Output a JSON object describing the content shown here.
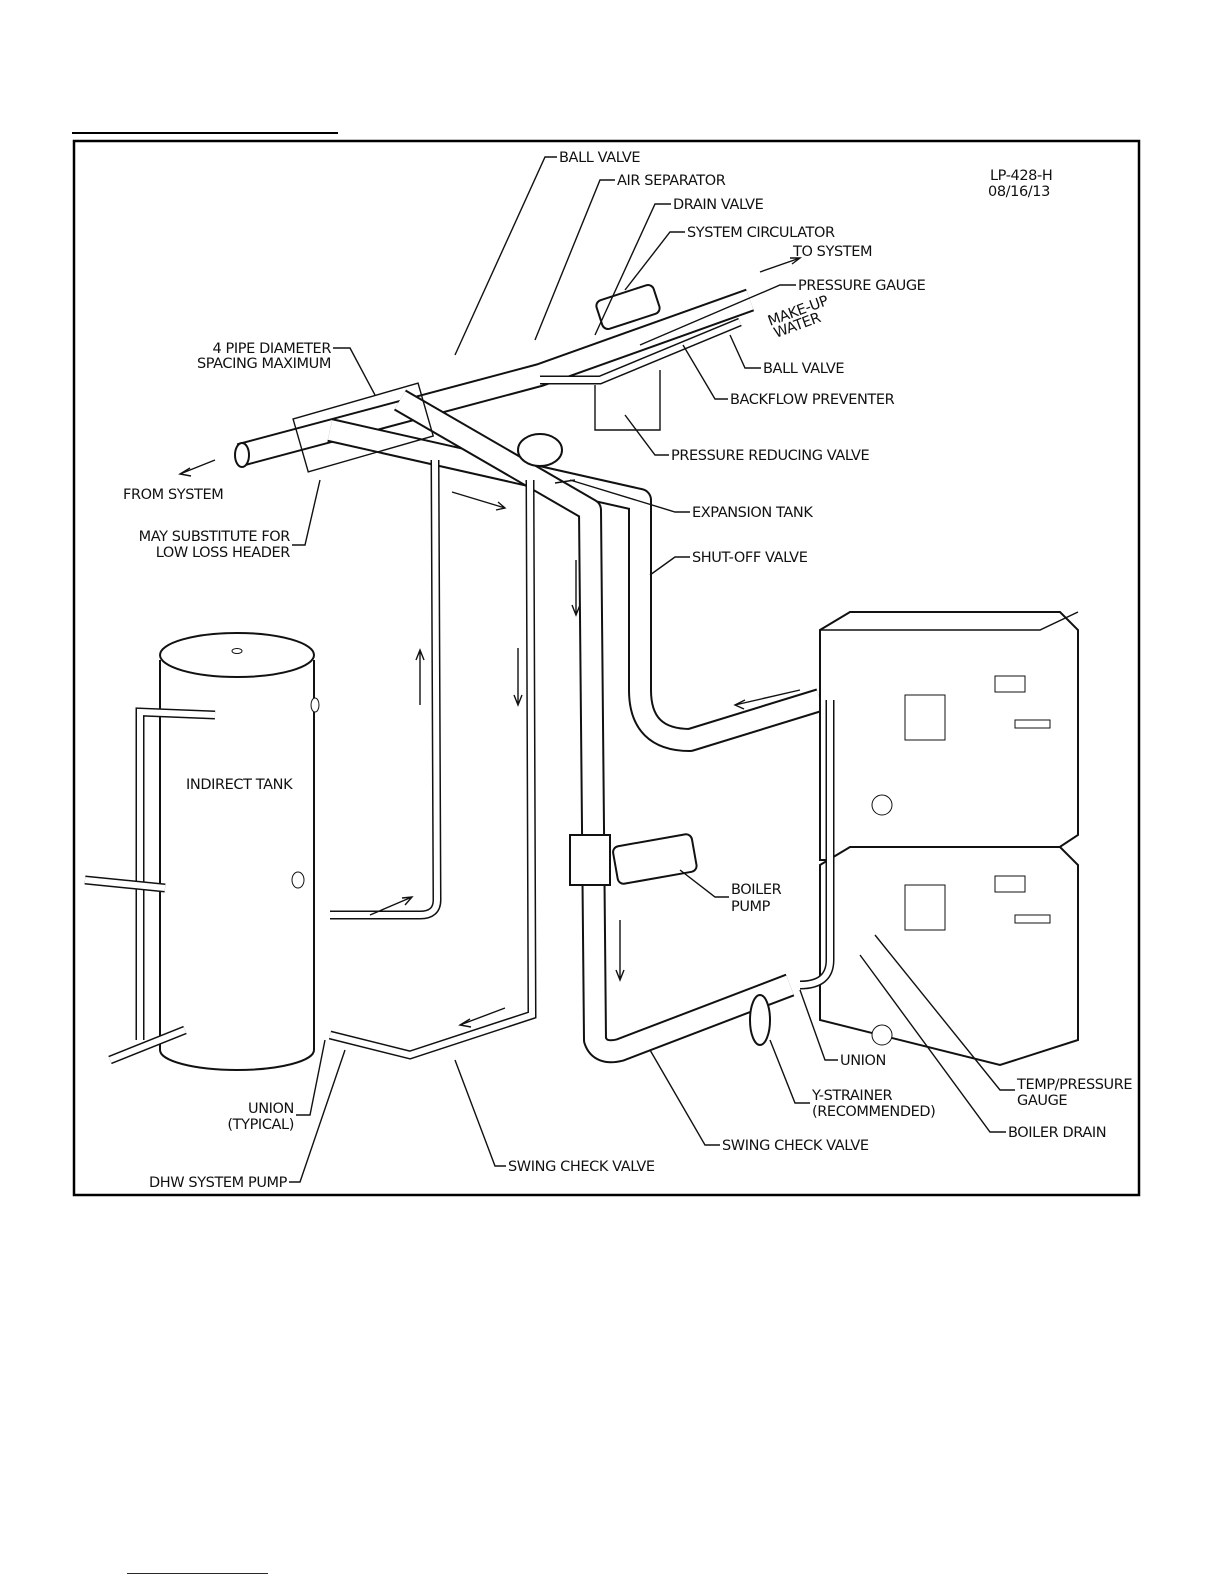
{
  "drawing": {
    "id": "LP-428-H",
    "date": "08/16/13",
    "labels": {
      "ball_valve_top": "BALL VALVE",
      "air_separator": "AIR SEPARATOR",
      "drain_valve": "DRAIN VALVE",
      "system_circulator": "SYSTEM CIRCULATOR",
      "to_system": "TO SYSTEM",
      "pressure_gauge": "PRESSURE GAUGE",
      "make_up_1": "MAKE-UP",
      "make_up_2": "WATER",
      "ball_valve_makeup": "BALL VALVE",
      "backflow_preventer": "BACKFLOW PREVENTER",
      "pressure_reducing_valve": "PRESSURE REDUCING VALVE",
      "pipe_spacing_1": "4 PIPE DIAMETER",
      "pipe_spacing_2": "SPACING MAXIMUM",
      "from_system": "FROM SYSTEM",
      "substitute_1": "MAY SUBSTITUTE FOR",
      "substitute_2": "LOW LOSS HEADER",
      "expansion_tank": "EXPANSION TANK",
      "shut_off_valve": "SHUT-OFF VALVE",
      "indirect_tank": "INDIRECT TANK",
      "boiler_pump_1": "BOILER",
      "boiler_pump_2": "PUMP",
      "union_boiler": "UNION",
      "y_strainer_1": "Y-STRAINER",
      "y_strainer_2": "(RECOMMENDED)",
      "temp_pressure_1": "TEMP/PRESSURE",
      "temp_pressure_2": "GAUGE",
      "boiler_drain": "BOILER DRAIN",
      "swing_check_boiler": "SWING CHECK VALVE",
      "swing_check_dhw": "SWING CHECK VALVE",
      "union_typical_1": "UNION",
      "union_typical_2": "(TYPICAL)",
      "dhw_system_pump": "DHW SYSTEM PUMP"
    }
  }
}
